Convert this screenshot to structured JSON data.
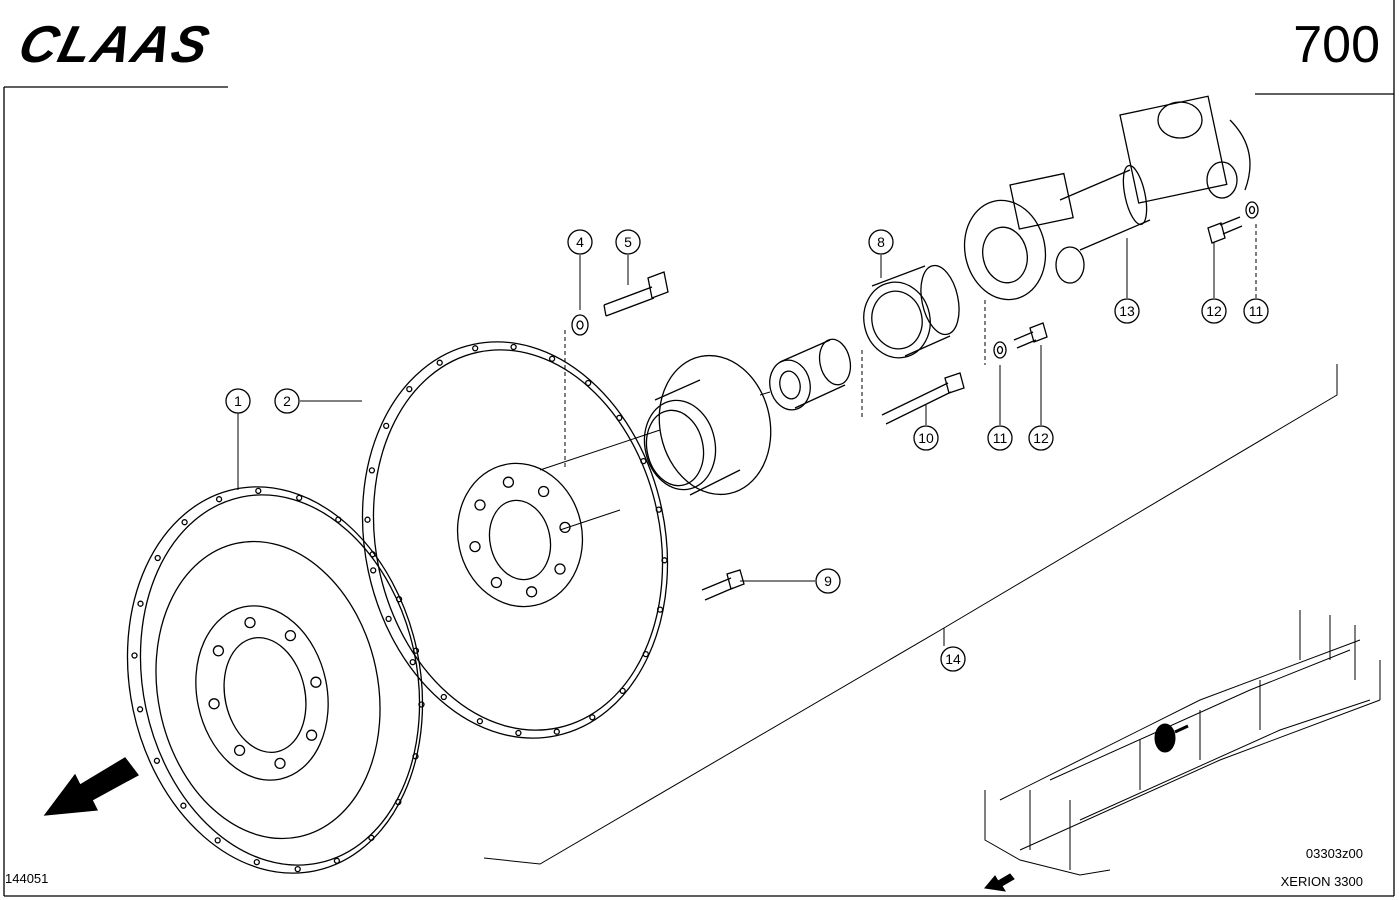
{
  "header": {
    "brand": "CLAAS",
    "page_number": "700"
  },
  "footer": {
    "sheet_id": "144051",
    "drawing_code": "03303z00",
    "model": "XERION 3300"
  },
  "callouts": [
    {
      "id": "c1",
      "label": "1",
      "part": "part-1-flywheel"
    },
    {
      "id": "c2",
      "label": "2",
      "part": "part-2-flex-plate"
    },
    {
      "id": "c4",
      "label": "4",
      "part": "part-4-washer"
    },
    {
      "id": "c5",
      "label": "5",
      "part": "part-5-bolt"
    },
    {
      "id": "c8",
      "label": "8",
      "part": "part-8-bearing"
    },
    {
      "id": "c9",
      "label": "9",
      "part": "part-9-bolt"
    },
    {
      "id": "c10",
      "label": "10",
      "part": "part-10-long-bolt"
    },
    {
      "id": "c11a",
      "label": "11",
      "part": "part-11-washer"
    },
    {
      "id": "c12a",
      "label": "12",
      "part": "part-12-bolt"
    },
    {
      "id": "c13",
      "label": "13",
      "part": "part-13-cardan-shaft"
    },
    {
      "id": "c12b",
      "label": "12",
      "part": "part-12-bolt-upper"
    },
    {
      "id": "c11b",
      "label": "11",
      "part": "part-11-washer-upper"
    },
    {
      "id": "c14",
      "label": "14",
      "part": "part-14-assembly"
    }
  ]
}
